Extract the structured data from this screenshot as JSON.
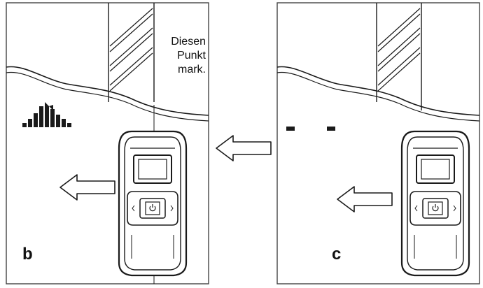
{
  "panels": [
    {
      "id": "b",
      "label": "b"
    },
    {
      "id": "c",
      "label": "c"
    }
  ],
  "annotation": {
    "line1": "Diesen",
    "line2": "Punkt",
    "line3": "mark."
  },
  "colors": {
    "ink": "#1a1a1a",
    "paper": "#ffffff",
    "frame": "#444444"
  },
  "icons": {
    "signal_bars": "signal-strength-icon",
    "detect_dashes": "dash-indicator-icon",
    "arrow": "arrow-left-icon",
    "power": "power-icon"
  }
}
